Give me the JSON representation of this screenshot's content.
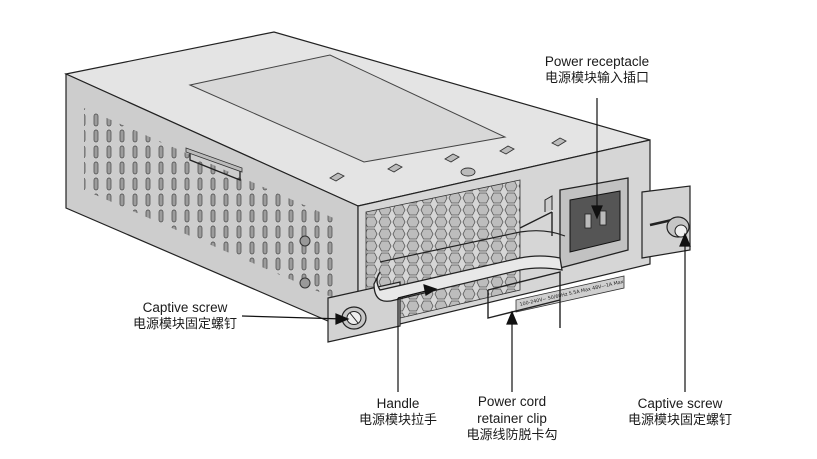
{
  "labels": {
    "power_receptacle": {
      "en": "Power receptacle",
      "zh": "电源模块输入插口"
    },
    "captive_screw_left": {
      "en": "Captive screw",
      "zh": "电源模块固定螺钉"
    },
    "handle": {
      "en": "Handle",
      "zh": "电源模块拉手"
    },
    "retainer_clip": {
      "en1": "Power cord",
      "en2": "retainer clip",
      "zh": "电源线防脱卡勾"
    },
    "captive_screw_right": {
      "en": "Captive screw",
      "zh": "电源模块固定螺钉"
    }
  },
  "device_text": {
    "rating_label": "100-240V~ 50/60Hz 5.5A Max 48V—1A Max"
  },
  "colors": {
    "line": "#222222",
    "face": "#d6d6d6",
    "top": "#e4e4e4",
    "side": "#c8c8c8"
  }
}
